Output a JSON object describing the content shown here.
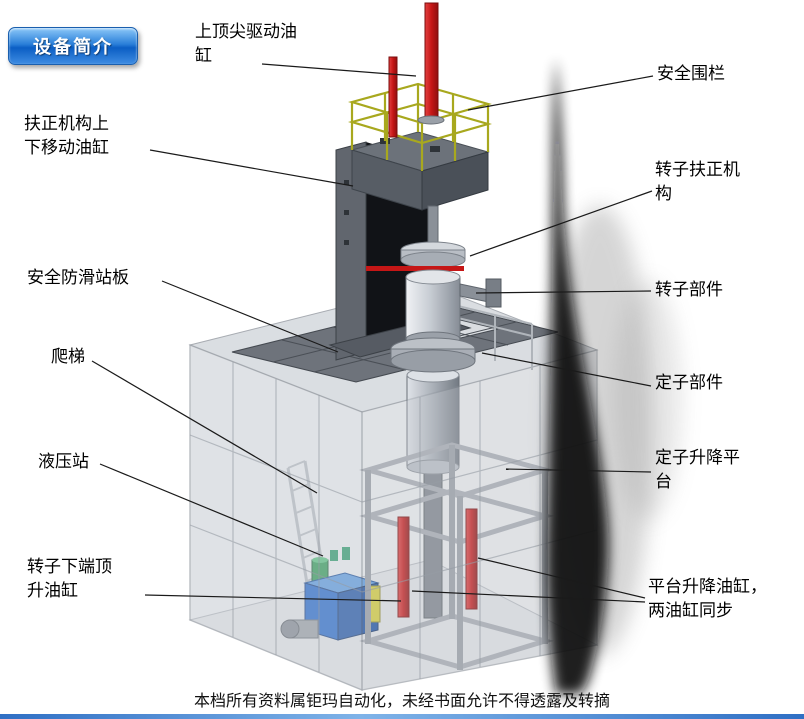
{
  "badge": {
    "label": "设备简介"
  },
  "labels": {
    "top_drive_cylinder": "上顶尖驱动油\n缸",
    "safety_fence": "安全围栏",
    "centering_updown_cylinder": "扶正机构上\n下移动油缸",
    "rotor_centering": "转子扶正机\n构",
    "antislip_board": "安全防滑站板",
    "rotor_part": "转子部件",
    "ladder": "爬梯",
    "stator_part": "定子部件",
    "hydraulic_station": "液压站",
    "stator_lift_platform": "定子升降平\n台",
    "rotor_bottom_jack": "转子下端顶\n升油缸",
    "platform_lift_cylinders": "平台升降油缸，\n两油缸同步"
  },
  "watermark": "本档所有资料属钜玛自动化，未经书面允许不得透露及转摘",
  "colors": {
    "badge_blue": "#1f78d8",
    "cylinder_red": "#c51616",
    "railing_yellow": "#a8a81e",
    "hydraulic_blue": "#2268cc",
    "platform_gray": "#6e737b"
  }
}
